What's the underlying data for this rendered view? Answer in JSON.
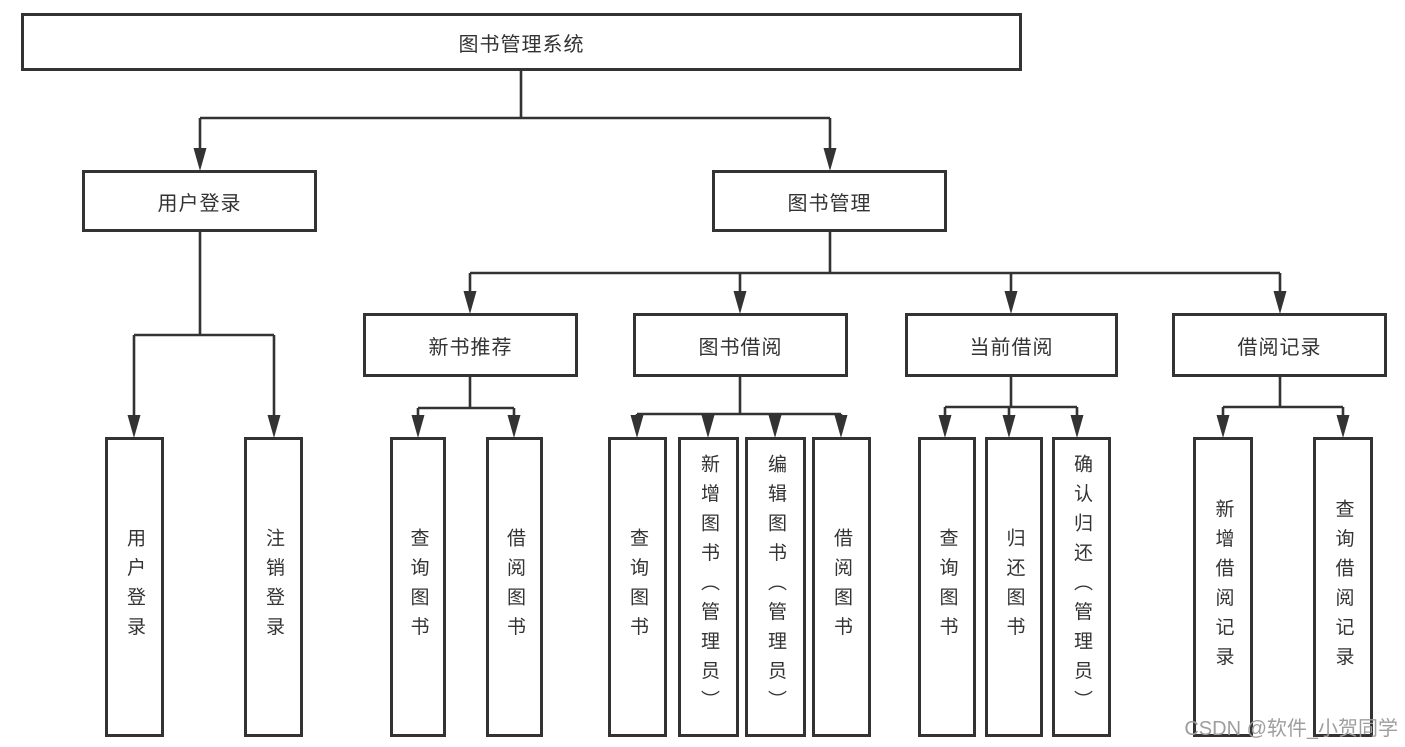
{
  "diagram": {
    "tree": {
      "label": "图书管理系统",
      "children": [
        {
          "label": "用户登录",
          "children": [
            {
              "label": "用户登录"
            },
            {
              "label": "注销登录"
            }
          ]
        },
        {
          "label": "图书管理",
          "children": [
            {
              "label": "新书推荐",
              "children": [
                {
                  "label": "查询图书"
                },
                {
                  "label": "借阅图书"
                }
              ]
            },
            {
              "label": "图书借阅",
              "children": [
                {
                  "label": "查询图书"
                },
                {
                  "label": "新增图书（管理员）"
                },
                {
                  "label": "编辑图书（管理员）"
                },
                {
                  "label": "借阅图书"
                }
              ]
            },
            {
              "label": "当前借阅",
              "children": [
                {
                  "label": "查询图书"
                },
                {
                  "label": "归还图书"
                },
                {
                  "label": "确认归还（管理员）"
                }
              ]
            },
            {
              "label": "借阅记录",
              "children": [
                {
                  "label": "新增借阅记录"
                },
                {
                  "label": "查询借阅记录"
                }
              ]
            }
          ]
        }
      ]
    },
    "colors": {
      "line": "#333333",
      "text": "#333333",
      "background": "#ffffff",
      "watermark_gray": "#9e9e9e"
    }
  },
  "watermark": {
    "text": "CSDN @软件_小贺同学"
  }
}
